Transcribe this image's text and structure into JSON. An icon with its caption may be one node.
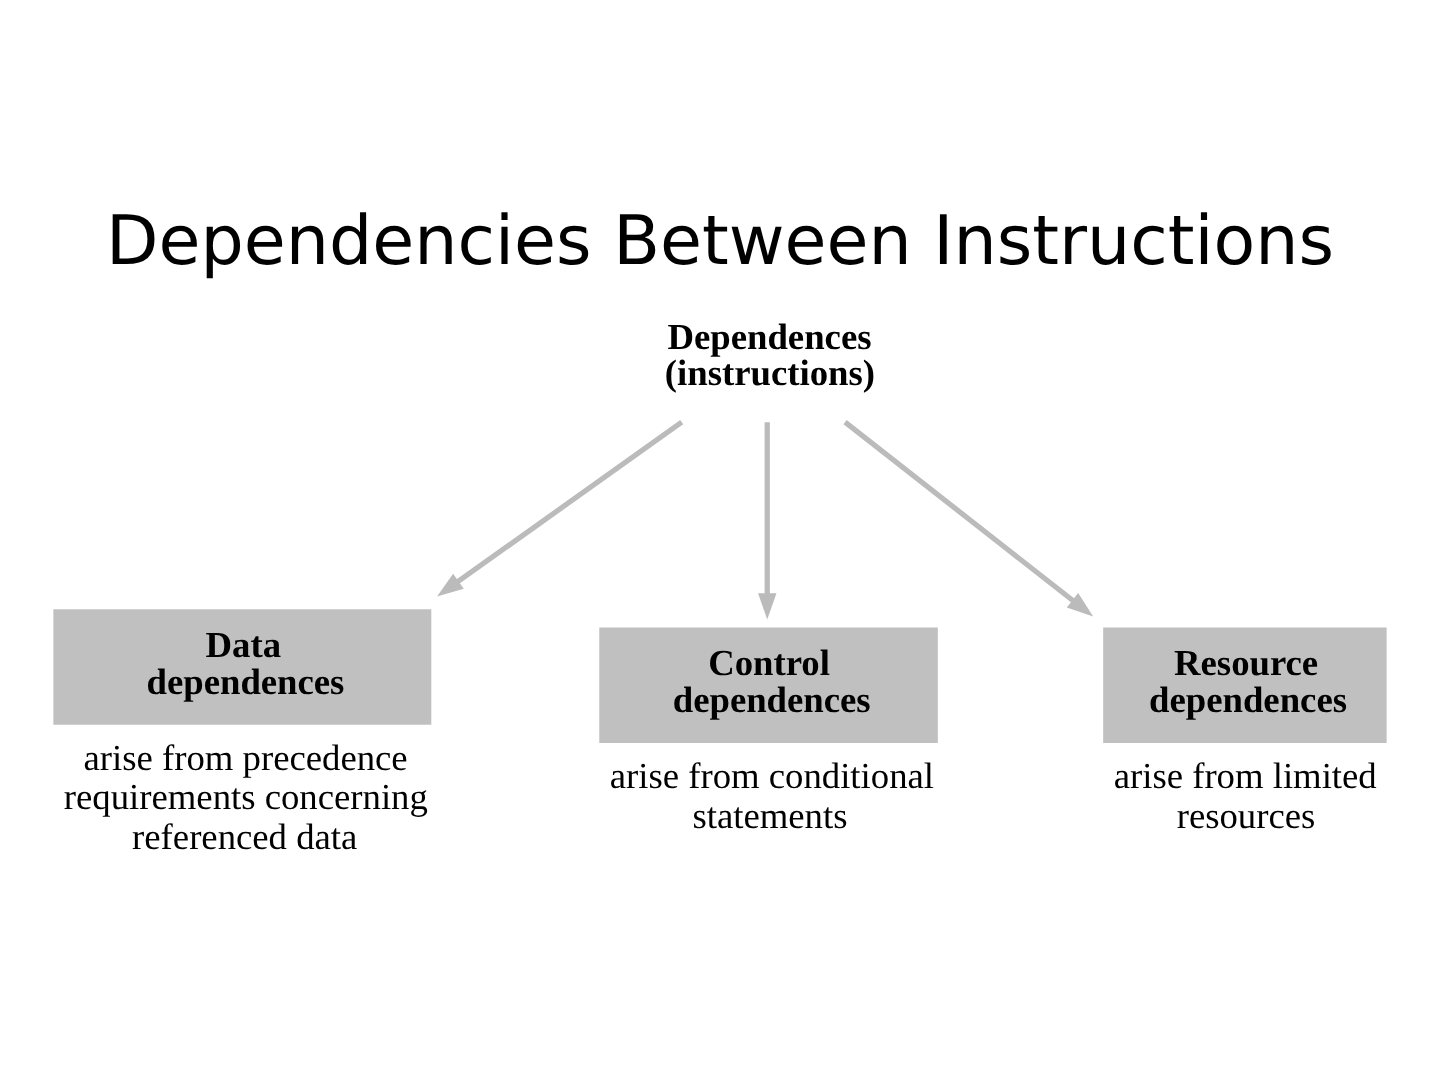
{
  "diagram": {
    "title": "Dependencies Between Instructions",
    "nodes": [
      {
        "text": [
          "Dependences (instructions)"
        ]
      },
      {
        "text": [
          "Data dependences"
        ],
        "beside": [
          "arise from precedence requirements concerning referenced data"
        ]
      },
      {
        "text": [
          "Control dependences"
        ],
        "beside": [
          "arise from conditional statements"
        ]
      },
      {
        "text": [
          "Resource dependences"
        ],
        "beside": [
          "arise from limited resources"
        ]
      }
    ],
    "edges": [
      {
        "from": 0,
        "to": 1,
        "arrow": "to"
      },
      {
        "from": 0,
        "to": 2,
        "arrow": "to"
      },
      {
        "from": 0,
        "to": 3,
        "arrow": "to"
      }
    ]
  }
}
